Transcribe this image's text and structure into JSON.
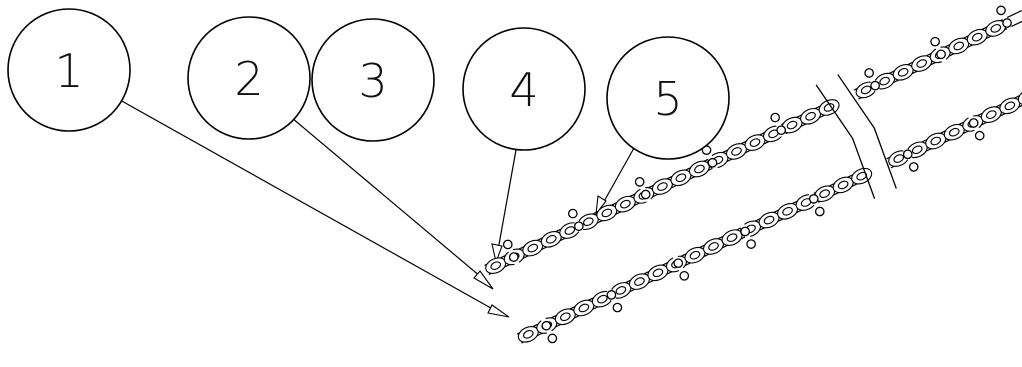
{
  "balloons": [
    {
      "id": "1",
      "label": "1"
    },
    {
      "id": "2",
      "label": "2"
    },
    {
      "id": "3",
      "label": "3"
    },
    {
      "id": "4",
      "label": "4"
    },
    {
      "id": "5",
      "label": "5"
    }
  ],
  "colors": {
    "line": "#000000",
    "background": "#ffffff"
  }
}
